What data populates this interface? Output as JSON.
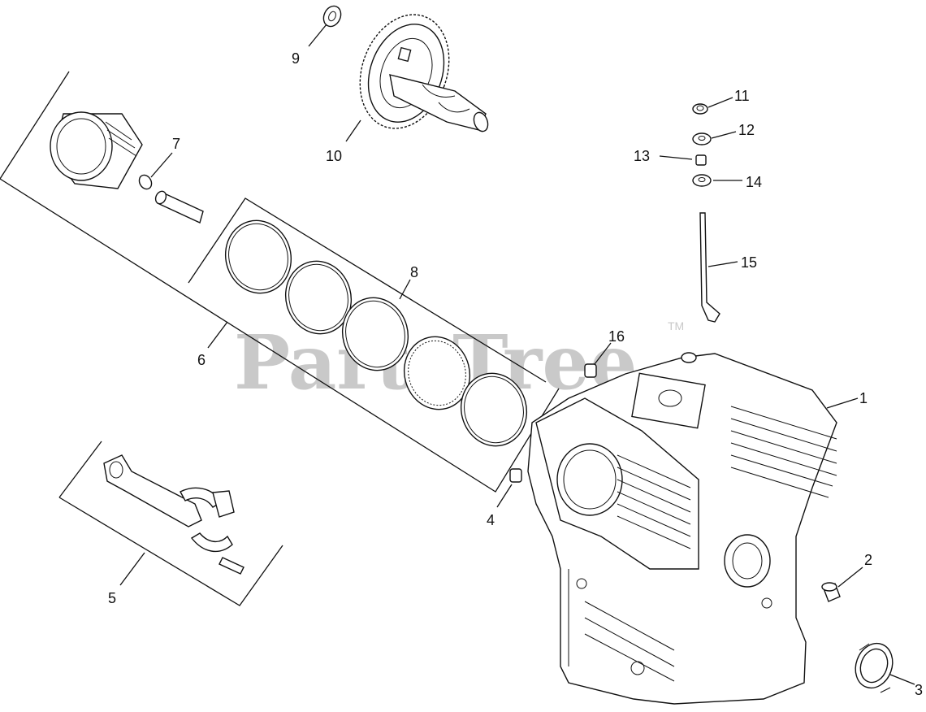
{
  "watermark": {
    "text": "PartsTree",
    "trademark": "TM"
  },
  "callouts": [
    {
      "id": "1",
      "label": "1"
    },
    {
      "id": "2",
      "label": "2"
    },
    {
      "id": "3",
      "label": "3"
    },
    {
      "id": "4",
      "label": "4"
    },
    {
      "id": "5",
      "label": "5"
    },
    {
      "id": "6",
      "label": "6"
    },
    {
      "id": "7",
      "label": "7"
    },
    {
      "id": "8",
      "label": "8"
    },
    {
      "id": "9",
      "label": "9"
    },
    {
      "id": "10",
      "label": "10"
    },
    {
      "id": "11",
      "label": "11"
    },
    {
      "id": "12",
      "label": "12"
    },
    {
      "id": "13",
      "label": "13"
    },
    {
      "id": "14",
      "label": "14"
    },
    {
      "id": "15",
      "label": "15"
    },
    {
      "id": "16",
      "label": "16"
    }
  ]
}
